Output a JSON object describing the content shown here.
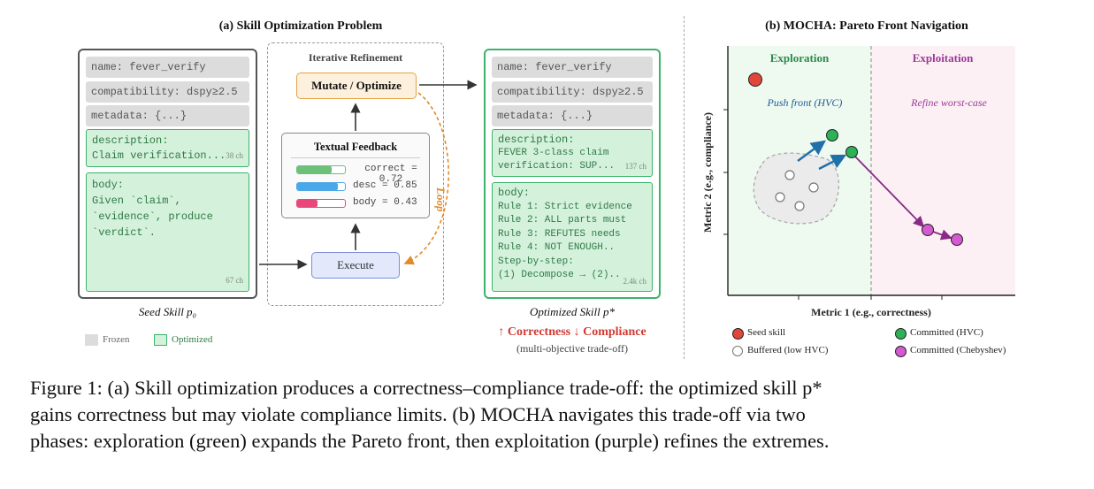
{
  "panel_a": {
    "title": "(a) Skill Optimization Problem",
    "seed": {
      "name": "name: fever_verify",
      "compat": "compatibility: dspy≥2.5",
      "meta": "metadata: {...}",
      "desc_label": "description:",
      "desc_text": "Claim verification...",
      "desc_size": "38 ch",
      "body_label": "body:",
      "body_lines": [
        "Given `claim`,",
        "`evidence`, produce",
        "`verdict`."
      ],
      "body_size": "67 ch",
      "caption": "Seed Skill p₀"
    },
    "loop": {
      "title": "Iterative Refinement",
      "mutate": "Mutate / Optimize",
      "feedback_title": "Textual Feedback",
      "feedback": [
        {
          "label": "correct = 0.72",
          "value": 0.72,
          "color": "#6cc07a"
        },
        {
          "label": "desc = 0.85",
          "value": 0.85,
          "color": "#4aa7e8"
        },
        {
          "label": "body = 0.43",
          "value": 0.43,
          "color": "#e8477a"
        }
      ],
      "execute": "Execute",
      "loop_label": "Loop"
    },
    "optimized": {
      "name": "name: fever_verify",
      "compat": "compatibility: dspy≥2.5",
      "meta": "metadata: {...}",
      "desc_label": "description:",
      "desc_lines": [
        "FEVER 3-class claim",
        "verification: SUP..."
      ],
      "desc_size": "137 ch",
      "body_label": "body:",
      "body_lines": [
        "Rule 1: Strict evidence",
        "Rule 2: ALL parts must",
        "Rule 3: REFUTES needs",
        "Rule 4: NOT ENOUGH..",
        "Step-by-step:",
        "(1) Decompose → (2).."
      ],
      "body_size": "2.4k ch",
      "caption": "Optimized Skill p*"
    },
    "tradeoff": "↑ Correctness ↓ Compliance",
    "tradeoff_sub": "(multi-objective trade-off)",
    "legend": {
      "frozen": "Frozen",
      "optimized": "Optimized"
    }
  },
  "panel_b": {
    "title": "(b) MOCHA: Pareto Front Navigation",
    "exploration": "Exploration",
    "exploitation": "Exploitation",
    "push": "Push front (HVC)",
    "refine": "Refine worst-case",
    "xlabel": "Metric 1 (e.g., correctness)",
    "ylabel": "Metric 2 (e.g., compliance)",
    "legend": {
      "seed": "Seed skill",
      "buffered": "Buffered (low HVC)",
      "hvc": "Committed (HVC)",
      "cheby": "Committed (Chebyshev)"
    },
    "colors": {
      "seed": "#e0463a",
      "hvc": "#2bb156",
      "cheby": "#d35ad0",
      "explore_bg": "#eef9f0",
      "exploit_bg": "#fcf0f5"
    }
  },
  "caption": {
    "line1": "Figure 1: (a) Skill optimization produces a correctness–compliance trade-off: the optimized skill p*",
    "line2": "gains correctness but may violate compliance limits. (b) MOCHA navigates this trade-off via two",
    "line3": "phases: exploration (green) expands the Pareto front, then exploitation (purple) refines the extremes."
  }
}
